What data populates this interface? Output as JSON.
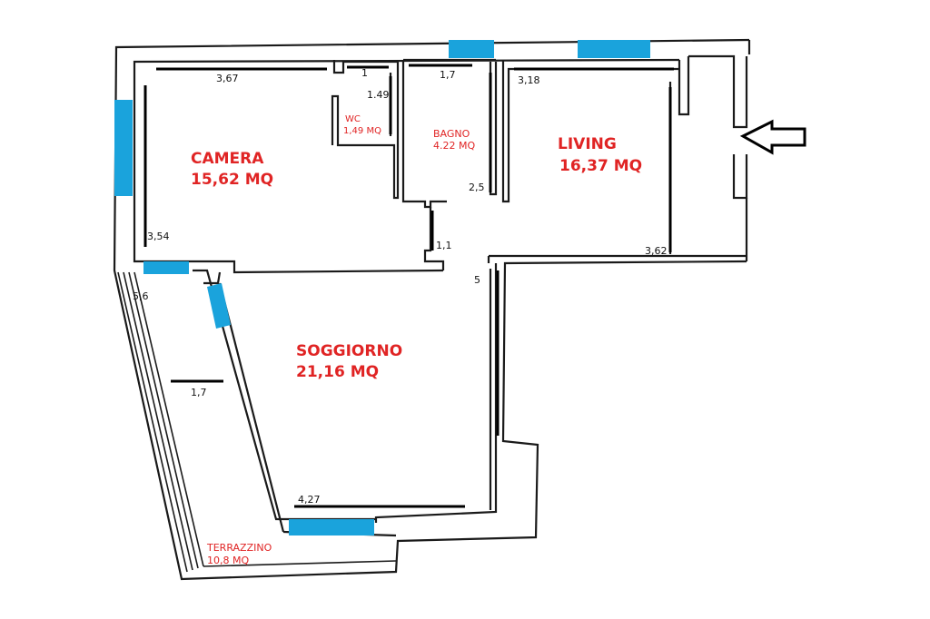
{
  "colors": {
    "wall": "#1a1a1a",
    "window": "#1aa3dc",
    "room_label": "#e02424",
    "dimension": "#111111",
    "arrow": "#000000"
  },
  "rooms": {
    "camera": {
      "name": "CAMERA",
      "area": "15,62 MQ"
    },
    "wc": {
      "name": "WC",
      "area": "1,49 MQ"
    },
    "bagno": {
      "name": "BAGNO",
      "area": "4.22 MQ"
    },
    "living": {
      "name": "LIVING",
      "area": "16,37 MQ"
    },
    "soggiorno": {
      "name": "SOGGIORNO",
      "area": "21,16 MQ"
    },
    "terrazzino": {
      "name": "TERRAZZINO",
      "area": "10,8 MQ"
    }
  },
  "dimensions": {
    "camera_width": "3,67",
    "camera_depth": "3,54",
    "wc_width": "1",
    "wc_depth": "1.49",
    "bagno_width": "1,7",
    "bagno_depth": "2,5",
    "living_width": "3,18",
    "living_depth": "3,62",
    "hall_width": "1,1",
    "soggiorno_depth": "5",
    "soggiorno_width": "4,27",
    "terrace_length": "5,6",
    "terrace_width": "1,7"
  },
  "entrance": {
    "icon": "entrance-arrow-icon"
  }
}
